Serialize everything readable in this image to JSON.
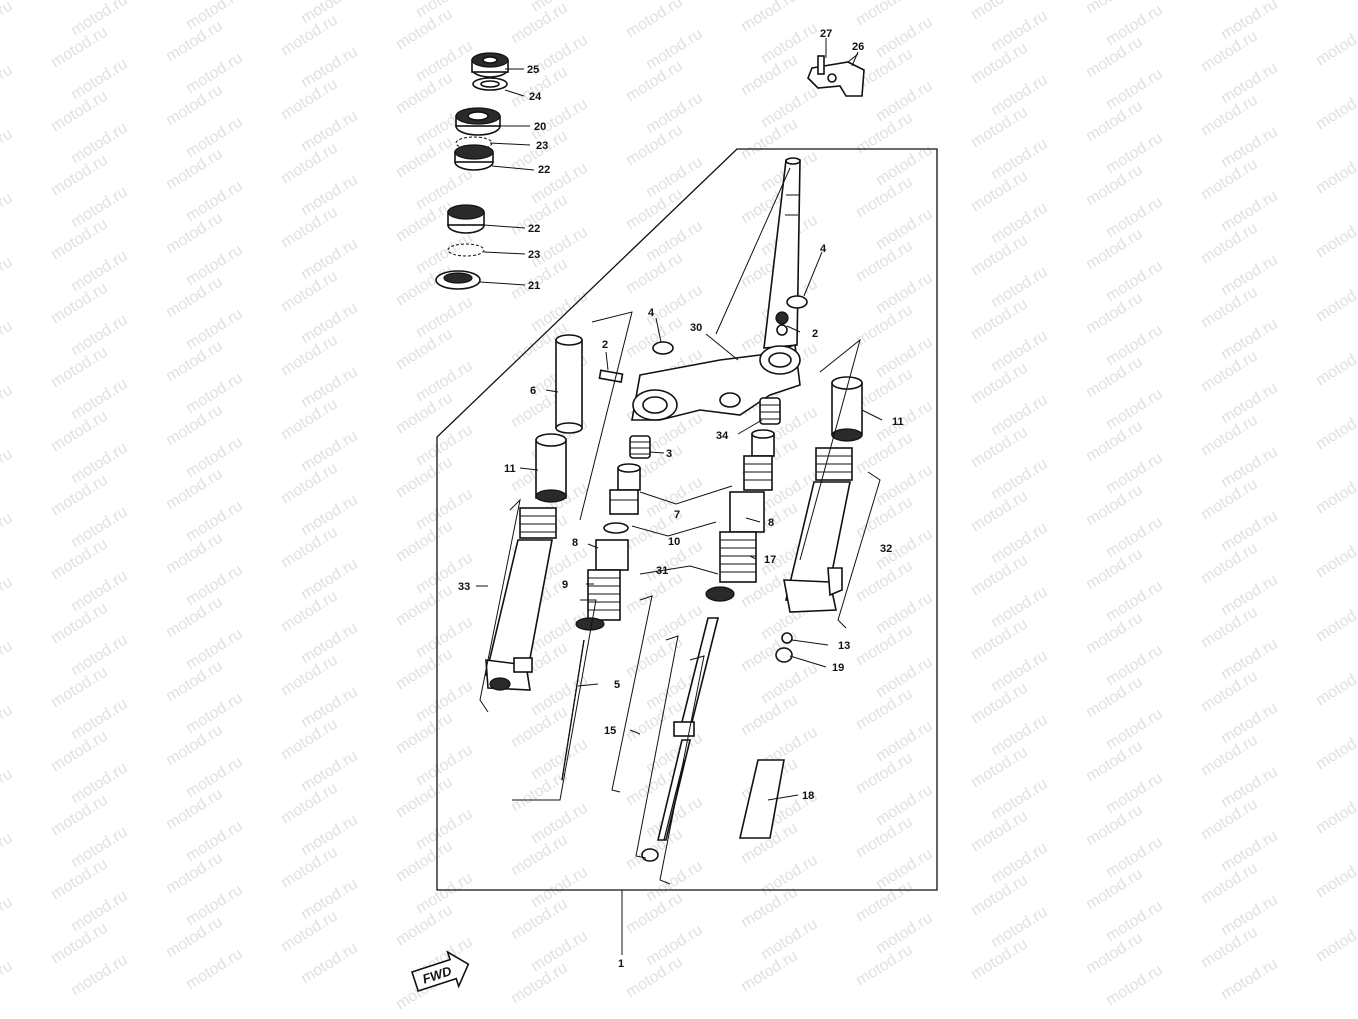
{
  "watermark": "motod.ru",
  "callouts": [
    {
      "id": "c25",
      "text": "25"
    },
    {
      "id": "c24",
      "text": "24"
    },
    {
      "id": "c20",
      "text": "20"
    },
    {
      "id": "c23a",
      "text": "23"
    },
    {
      "id": "c22a",
      "text": "22"
    },
    {
      "id": "c22b",
      "text": "22"
    },
    {
      "id": "c23b",
      "text": "23"
    },
    {
      "id": "c21",
      "text": "21"
    },
    {
      "id": "c27",
      "text": "27"
    },
    {
      "id": "c26",
      "text": "26"
    },
    {
      "id": "c4a",
      "text": "4"
    },
    {
      "id": "c4b",
      "text": "4"
    },
    {
      "id": "c30",
      "text": "30"
    },
    {
      "id": "c2a",
      "text": "2"
    },
    {
      "id": "c2b",
      "text": "2"
    },
    {
      "id": "c6",
      "text": "6"
    },
    {
      "id": "c11a",
      "text": "11"
    },
    {
      "id": "c11b",
      "text": "11"
    },
    {
      "id": "c3",
      "text": "3"
    },
    {
      "id": "c34",
      "text": "34"
    },
    {
      "id": "c7",
      "text": "7"
    },
    {
      "id": "c8a",
      "text": "8"
    },
    {
      "id": "c8b",
      "text": "8"
    },
    {
      "id": "c10",
      "text": "10"
    },
    {
      "id": "c32",
      "text": "32"
    },
    {
      "id": "c9",
      "text": "9"
    },
    {
      "id": "c31",
      "text": "31"
    },
    {
      "id": "c17",
      "text": "17"
    },
    {
      "id": "c33",
      "text": "33"
    },
    {
      "id": "c13",
      "text": "13"
    },
    {
      "id": "c19",
      "text": "19"
    },
    {
      "id": "c5",
      "text": "5"
    },
    {
      "id": "c15",
      "text": "15"
    },
    {
      "id": "c18",
      "text": "18"
    },
    {
      "id": "c1",
      "text": "1"
    }
  ],
  "fwd_label": "FWD"
}
